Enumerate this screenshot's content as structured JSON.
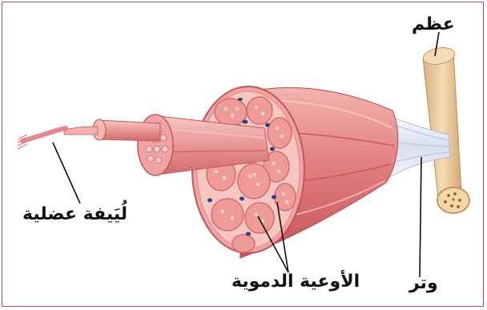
{
  "labels": {
    "bone": "عظم",
    "muscle_fibril": "لُيَيفة عضلية",
    "blood_vessels": "الأوعية الدموية",
    "tendon": "وتر"
  },
  "colors": {
    "frame": "#b04a78",
    "muscle": "#e88a8a",
    "muscle_dark": "#c85a5e",
    "muscle_light": "#f6c2bd",
    "fascicle_fill": "#f2a6a3",
    "bone": "#e9c99a",
    "tendon": "#e8ecf4",
    "vessel": "#2c3f8c"
  },
  "icons": [
    "muscle-illustration",
    "bone-icon",
    "tendon-icon"
  ]
}
